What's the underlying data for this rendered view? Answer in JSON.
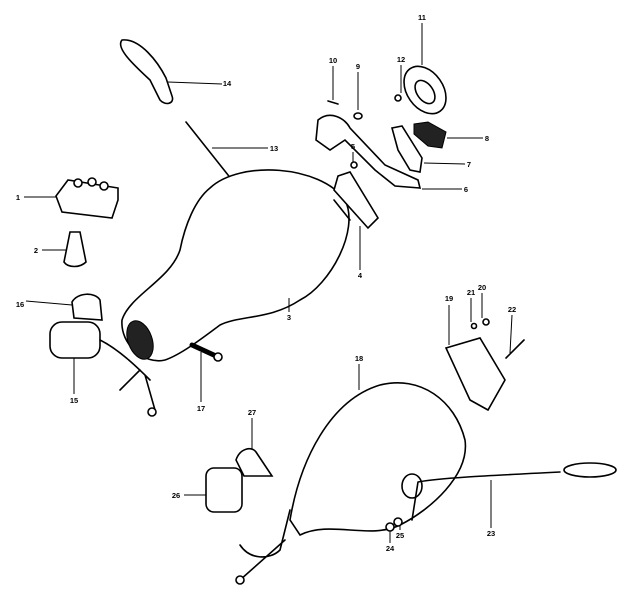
{
  "part_labels": {
    "p1": "1",
    "p2": "2",
    "p3": "3",
    "p4": "4",
    "p5": "5",
    "p6": "6",
    "p7": "7",
    "p8": "8",
    "p9": "9",
    "p10": "10",
    "p11": "11",
    "p12": "12",
    "p13": "13",
    "p14": "14",
    "p15": "15",
    "p16": "16",
    "p17": "17",
    "p18": "18",
    "p19": "19",
    "p20": "20",
    "p21": "21",
    "p22": "22",
    "p23": "23",
    "p24": "24",
    "p25": "25",
    "p26": "26",
    "p27": "27"
  }
}
